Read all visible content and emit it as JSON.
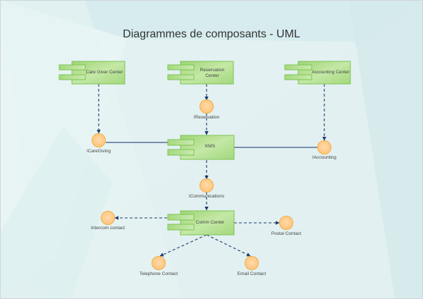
{
  "title": "Diagrammes de composants - UML",
  "colors": {
    "component_fill": "#a9da82",
    "component_stroke": "#7cc452",
    "interface_fill": "#ffc98a",
    "interface_stroke": "#f0b040",
    "connector": "#1f3a6e",
    "background": "#e3f1f2"
  },
  "components": [
    {
      "id": "care",
      "lines": [
        "Care Giver Center"
      ]
    },
    {
      "id": "reservation",
      "lines": [
        "Reservation",
        "Center"
      ]
    },
    {
      "id": "accounting",
      "lines": [
        "Accounting Center"
      ]
    },
    {
      "id": "kms",
      "lines": [
        "KMS"
      ]
    },
    {
      "id": "comm",
      "lines": [
        "Comm Center"
      ]
    }
  ],
  "interfaces": [
    {
      "id": "icaregiving",
      "label": "ICareGiving"
    },
    {
      "id": "ireservation",
      "label": "IReservation"
    },
    {
      "id": "iaccounting",
      "label": "IAccounting"
    },
    {
      "id": "icommunications",
      "label": "ICommunications"
    },
    {
      "id": "intercom",
      "label": "Intercom contact"
    },
    {
      "id": "postal",
      "label": "Postal Contact"
    },
    {
      "id": "telephone",
      "label": "Telephone Contact"
    },
    {
      "id": "email",
      "label": "Email Contact"
    }
  ],
  "connections": [
    {
      "from": "Care Giver Center",
      "to": "ICareGiving",
      "style": "dashed-arrow"
    },
    {
      "from": "Reservation Center",
      "to": "IReservation",
      "style": "dashed-arrow"
    },
    {
      "from": "Accounting Center",
      "to": "IAccounting",
      "style": "dashed-arrow"
    },
    {
      "from": "IReservation",
      "to": "KMS",
      "style": "dashed-arrow"
    },
    {
      "from": "ICareGiving",
      "to": "KMS",
      "style": "solid"
    },
    {
      "from": "KMS",
      "to": "IAccounting",
      "style": "solid"
    },
    {
      "from": "KMS",
      "to": "ICommunications",
      "style": "dashed-arrow"
    },
    {
      "from": "ICommunications",
      "to": "Comm Center",
      "style": "dashed-arrow"
    },
    {
      "from": "Comm Center",
      "to": "Intercom contact",
      "style": "dashed-arrow"
    },
    {
      "from": "Comm Center",
      "to": "Postal Contact",
      "style": "dashed-arrow"
    },
    {
      "from": "Comm Center",
      "to": "Telephone Contact",
      "style": "dashed-arrow"
    },
    {
      "from": "Comm Center",
      "to": "Email Contact",
      "style": "dashed-arrow"
    }
  ]
}
